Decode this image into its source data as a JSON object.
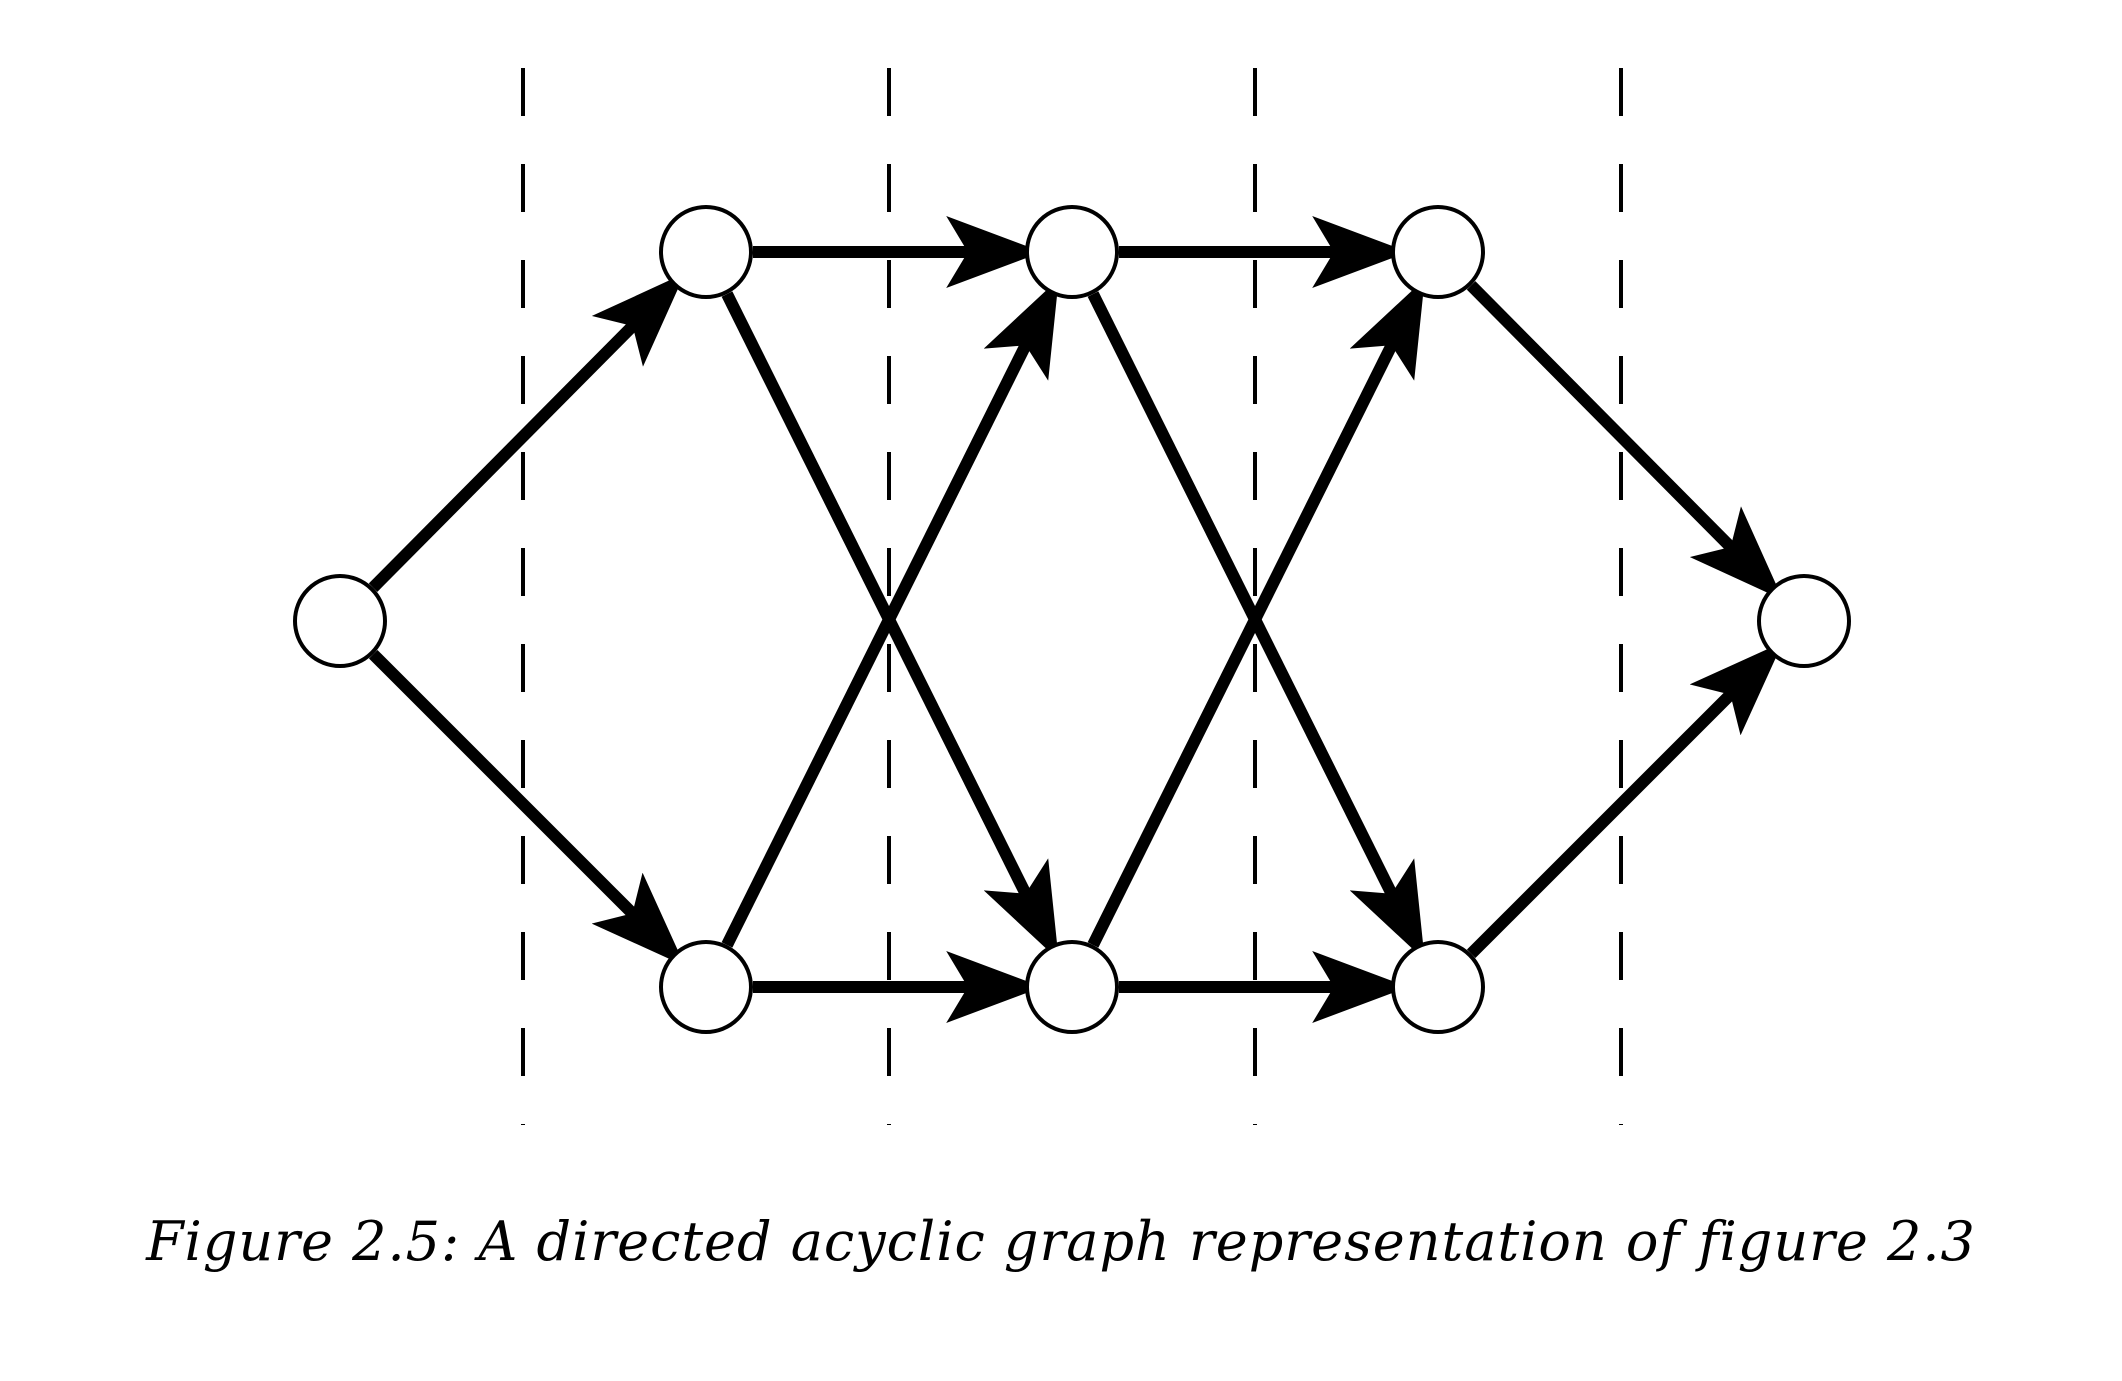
{
  "figure": {
    "caption": "Figure 2.5: A directed acyclic graph representation of figure 2.3"
  },
  "graph": {
    "nodes": [
      "source",
      "top-1",
      "bottom-1",
      "top-2",
      "bottom-2",
      "top-3",
      "bottom-3",
      "sink"
    ],
    "edges": [
      [
        "source",
        "top-1"
      ],
      [
        "source",
        "bottom-1"
      ],
      [
        "top-1",
        "top-2"
      ],
      [
        "top-1",
        "bottom-2"
      ],
      [
        "bottom-1",
        "top-2"
      ],
      [
        "bottom-1",
        "bottom-2"
      ],
      [
        "top-2",
        "top-3"
      ],
      [
        "top-2",
        "bottom-3"
      ],
      [
        "bottom-2",
        "top-3"
      ],
      [
        "bottom-2",
        "bottom-3"
      ],
      [
        "top-3",
        "sink"
      ],
      [
        "bottom-3",
        "sink"
      ]
    ],
    "separator_count": 4
  },
  "colors": {
    "stroke": "#000000",
    "node_fill": "#ffffff"
  }
}
